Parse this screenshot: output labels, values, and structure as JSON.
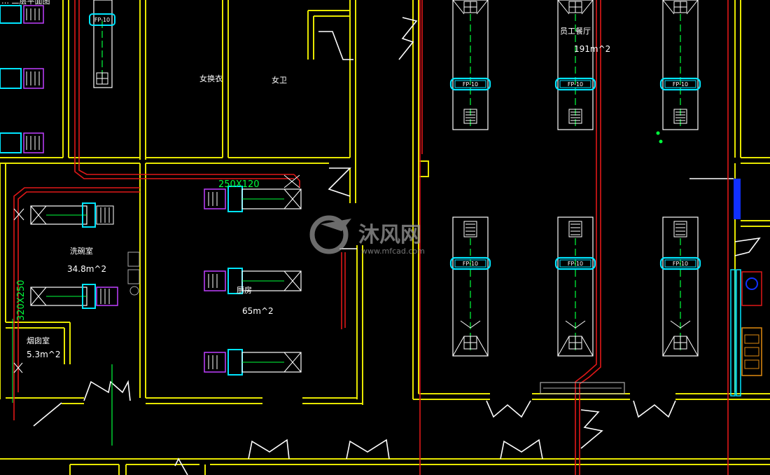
{
  "title_fragment": "… 二层平面图",
  "rooms": [
    {
      "id": "womens-changing",
      "name": "女换衣"
    },
    {
      "id": "womens-toilet",
      "name": "女卫"
    },
    {
      "id": "staff-restaurant",
      "name": "员工餐厅",
      "area": "191m^2"
    },
    {
      "id": "wash-room",
      "name": "洗碗室",
      "area": "34.8m^2"
    },
    {
      "id": "kitchen",
      "name": "厨房",
      "area": "65m^2"
    },
    {
      "id": "smoke-room",
      "name": "烟囱室",
      "area": "5.3m^2"
    }
  ],
  "duct_labels": {
    "horizontal": "250X120",
    "vertical": "320X250"
  },
  "fan_coil_tag": "FP-10",
  "colors": {
    "wall": "#e6e600",
    "pipe": "#e01818",
    "duct": "#ffffff",
    "fan_coil": "#00e5ff",
    "grille": "#c040ff",
    "centerline": "#00ff3c",
    "riser": "#1030ff"
  },
  "watermark": {
    "brand": "沐风网",
    "url": "www.mfcad.com"
  }
}
